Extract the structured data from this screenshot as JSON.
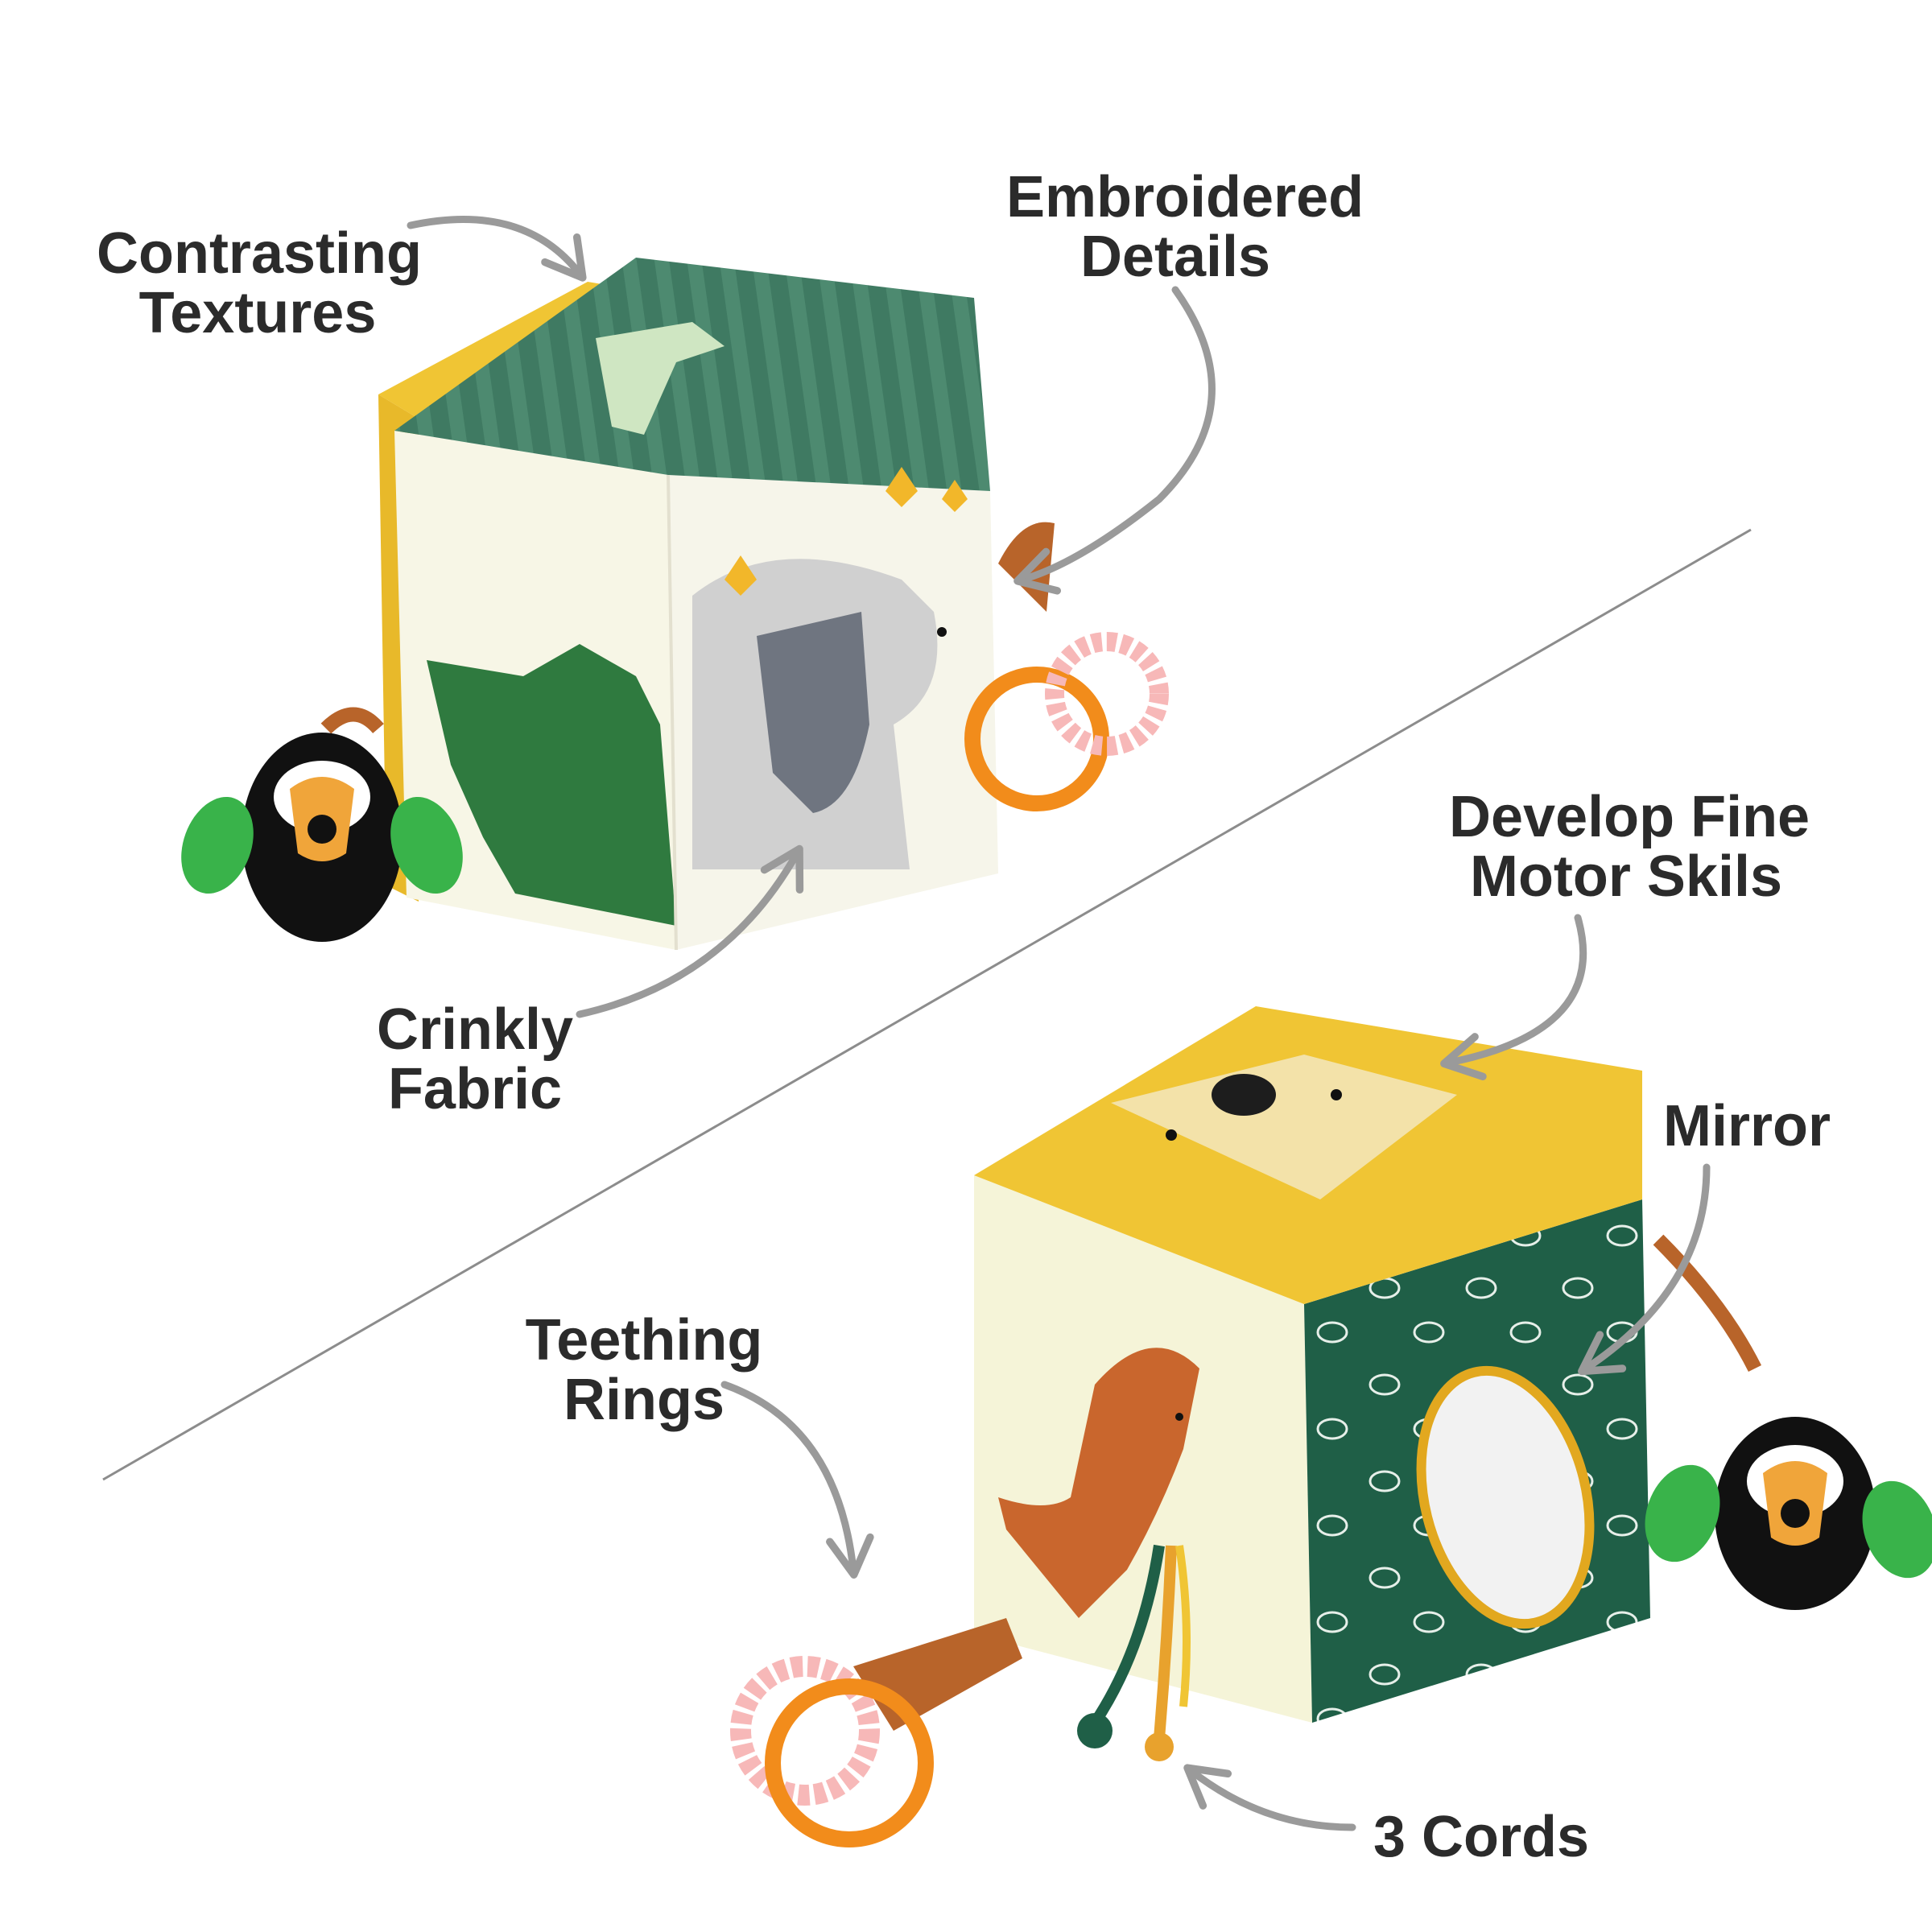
{
  "labels": {
    "contrasting": {
      "line1": "Contrasting",
      "line2": "Textures"
    },
    "embroidered": {
      "line1": "Embroidered",
      "line2": "Details"
    },
    "crinkly": {
      "line1": "Crinkly",
      "line2": "Fabric"
    },
    "develop": {
      "line1": "Develop Fine",
      "line2": "Motor Skils"
    },
    "mirror": {
      "line1": "Mirror"
    },
    "teething": {
      "line1": "Teething",
      "line2": "Rings"
    },
    "cords": {
      "line1": "3 Cords"
    }
  },
  "colors": {
    "text": "#2b2b2b",
    "arrow": "#9a9a9a",
    "divider": "#8c8c8c",
    "green_dark": "#1f5f47",
    "green_corduroy": "#3f7a62",
    "yellow_fur": "#f0c534",
    "cream": "#f7f6e6",
    "orange_ring": "#f28c1b",
    "pink_ring": "#f7b8b8",
    "toucan_black": "#111111",
    "toucan_wing": "#39b34a",
    "giraffe": "#c9662d"
  },
  "icons": [
    "arrow-icon",
    "teething-ring-icon",
    "toucan-toy-icon",
    "koala-face-icon",
    "giraffe-icon",
    "mirror-icon"
  ]
}
